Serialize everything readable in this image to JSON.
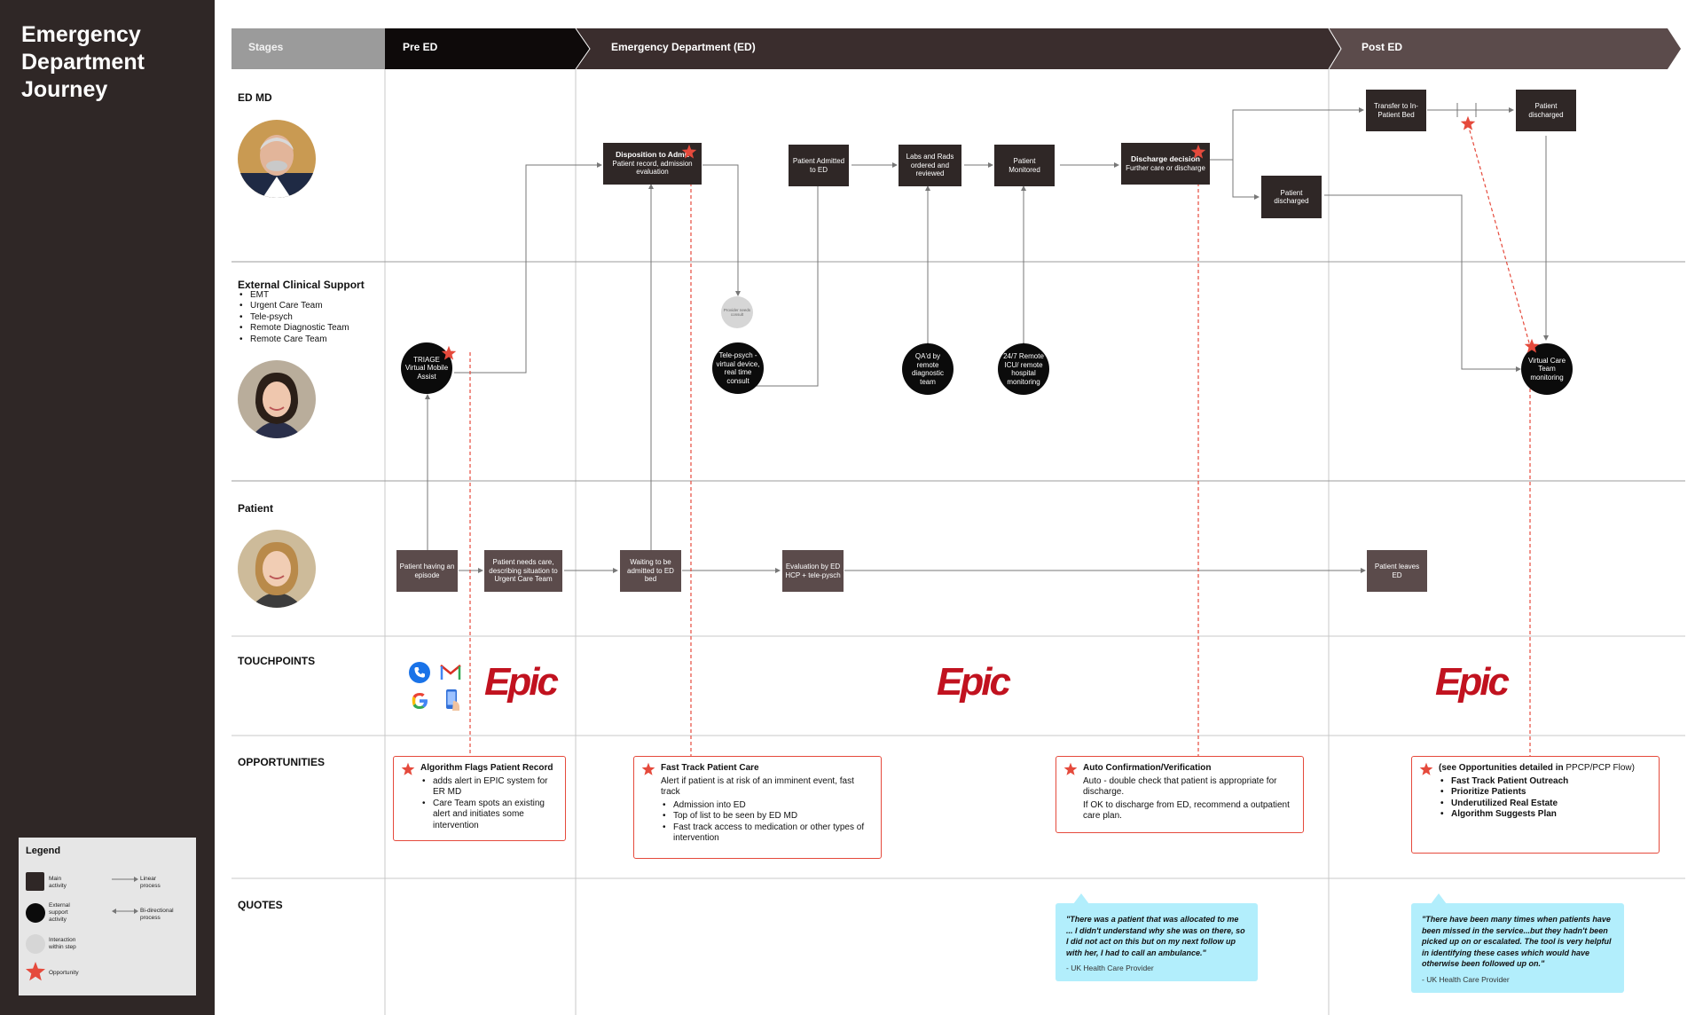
{
  "title": "Emergency Department Journey",
  "stages": {
    "header_label": "Stages",
    "pre_ed": "Pre ED",
    "ed": "Emergency Department (ED)",
    "post_ed": "Post ED"
  },
  "lanes": {
    "ed_md": "ED MD",
    "external": {
      "label": "External Clinical Support",
      "items": [
        "EMT",
        "Urgent Care Team",
        "Tele-psych",
        "Remote Diagnostic Team",
        "Remote Care Team"
      ]
    },
    "patient": "Patient",
    "touchpoints": "TOUCHPOINTS",
    "opportunities": "OPPORTUNITIES",
    "quotes": "QUOTES"
  },
  "ed_md_steps": {
    "disposition_title": "Disposition to Admit",
    "disposition_detail": "Patient record, admission evaluation",
    "admitted": "Patient Admitted to ED",
    "labs": "Labs and Rads ordered and reviewed",
    "monitored": "Patient Monitored",
    "discharge_title": "Discharge decision",
    "discharge_detail": "Further care or discharge",
    "discharged_ed": "Patient discharged",
    "transfer": "Transfer to In-Patient Bed",
    "discharged_post": "Patient discharged"
  },
  "external_steps": {
    "triage": "TRIAGE Virtual Mobile Assist",
    "provider_consult": "Provider needs consult",
    "telepsych": "Tele-psych - virtual device, real time consult",
    "qa_remote": "QA'd by remote diagnostic team",
    "remote_icu": "24/7 Remote ICU/ remote hospital monitoring",
    "virtual_care": "Virtual Care Team monitoring"
  },
  "patient_steps": {
    "episode": "Patient having an episode",
    "needs_care": "Patient needs care, describing situation to Urgent Care Team",
    "waiting": "Waiting to be admitted to ED bed",
    "evaluation": "Evaluation by ED HCP + tele-pysch",
    "leaves": "Patient leaves ED"
  },
  "touchpoints": {
    "epic_logo": "Epic",
    "icons": [
      "phone-icon",
      "gmail-icon",
      "google-icon",
      "mobile-device-icon"
    ]
  },
  "opportunities": {
    "algorithm": {
      "title": "Algorithm Flags Patient Record",
      "bullets": [
        "adds alert in EPIC system for ER MD",
        "Care Team spots an existing alert and initiates some intervention"
      ]
    },
    "fast_track": {
      "title": "Fast Track Patient Care",
      "desc": "Alert if patient is at risk of an imminent event, fast track",
      "bullets": [
        "Admission into ED",
        "Top of list to be seen by ED MD",
        "Fast track access to medication or other types of intervention"
      ]
    },
    "auto_confirm": {
      "title": "Auto Confirmation/Verification",
      "desc1": "Auto - double check that patient is appropriate for discharge.",
      "desc2": "If OK to discharge from ED, recommend a outpatient care plan."
    },
    "ppcp": {
      "title_bold": "(see Opportunities detailed in",
      "title_rest": " PPCP/PCP Flow)",
      "bullets": [
        "Fast Track Patient Outreach",
        "Prioritize Patients",
        "Underutilized Real Estate",
        "Algorithm Suggests Plan"
      ]
    }
  },
  "quotes": {
    "q1": {
      "text": "\"There was a patient that was allocated to me ... I didn't understand why she was on there, so I did not act on this but on my next follow up with her, I had to call an ambulance.\"",
      "author": "- UK Health Care Provider"
    },
    "q2": {
      "text": "\"There have been many times when patients have been missed in the service...but they hadn't been picked up on or escalated. The tool is very helpful in identifying these cases which would have otherwise been followed up on.\"",
      "author": "- UK Health Care Provider"
    }
  },
  "legend": {
    "title": "Legend",
    "main_activity": "Main activity",
    "external_support": "External support activity",
    "interaction": "Interaction within step",
    "opportunity": "Opportunity",
    "linear": "Linear process",
    "bidirectional": "Bi-directional process"
  },
  "colors": {
    "sidebar": "#2f2726",
    "main_box": "#2f2726",
    "patient_box": "#5b4b4b",
    "external_circle": "#0b0b0b",
    "opportunity_red": "#e54a3c",
    "quote_bg": "#b2eefc",
    "epic_red": "#c1121f",
    "stage_grey": "#9b9b9b",
    "stage_pre": "#0e0a0a",
    "stage_ed": "#3a2d2d",
    "stage_post": "#5b4b4b"
  }
}
